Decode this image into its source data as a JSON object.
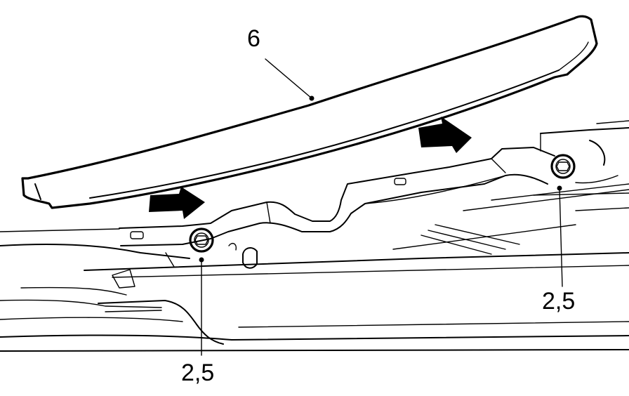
{
  "diagram": {
    "callouts": [
      {
        "id": "trim-panel",
        "label": "6"
      },
      {
        "id": "bolt-left",
        "label": "2,5"
      },
      {
        "id": "bolt-right",
        "label": "2,5"
      }
    ],
    "colors": {
      "line": "#000000",
      "background": "#ffffff"
    }
  }
}
